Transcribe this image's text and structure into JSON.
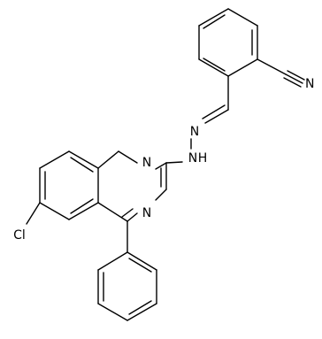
{
  "diagram": {
    "type": "chemical-structure",
    "atom_labels": {
      "n1": "N",
      "n3": "N",
      "nh_n": "N",
      "nh_h": "H",
      "hydrazone_n": "N",
      "chloro": "Cl",
      "nitrile_n": "N"
    },
    "colors": {
      "bond": "#000000",
      "background": "#ffffff"
    }
  }
}
